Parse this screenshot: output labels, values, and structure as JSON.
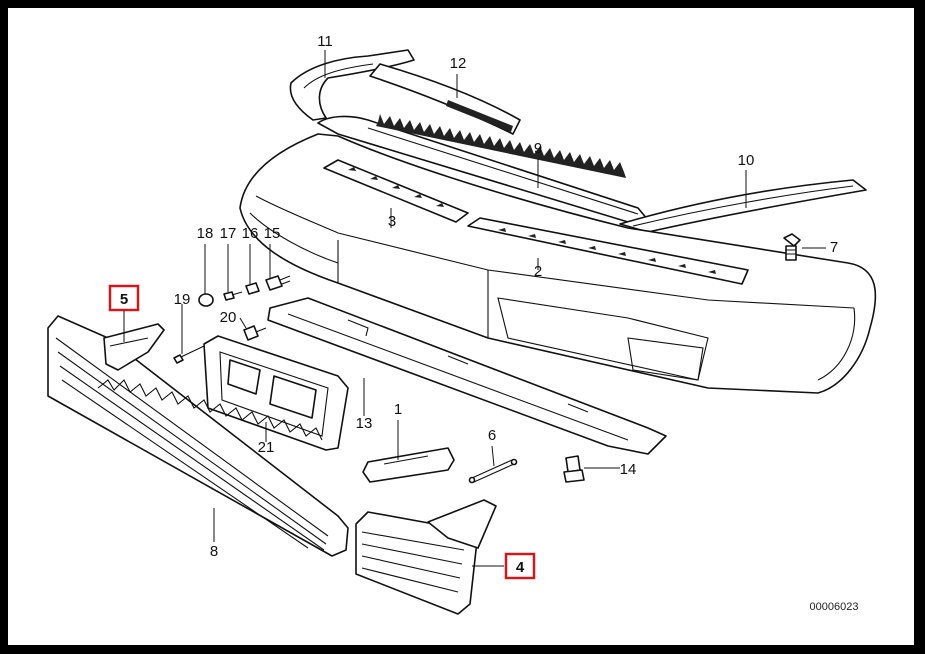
{
  "diagram": {
    "callouts": [
      "11",
      "12",
      "9",
      "10",
      "3",
      "2",
      "7",
      "18",
      "17",
      "16",
      "15",
      "19",
      "20",
      "13",
      "1",
      "6",
      "14",
      "21",
      "8"
    ],
    "highlighted_callouts": [
      "5",
      "4"
    ],
    "drawing_code": "00006023",
    "colors": {
      "highlight": "#d0191c",
      "line": "#111111",
      "background": "#ffffff",
      "frame": "#000000"
    }
  }
}
